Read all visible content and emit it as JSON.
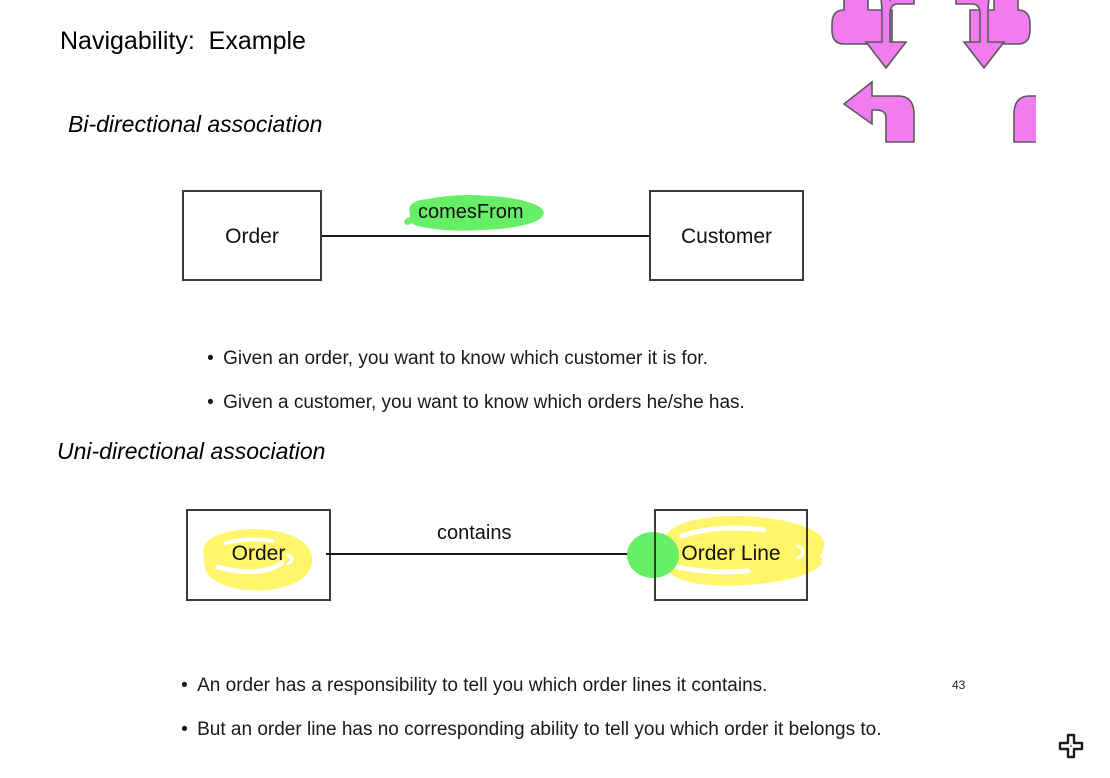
{
  "slide": {
    "title": "Navigability:  Example",
    "page_number": "43",
    "background_color": "#ffffff"
  },
  "sections": {
    "bidirectional": {
      "heading": "Bi-directional association",
      "diagram": {
        "left_class": "Order",
        "right_class": "Customer",
        "association_label": "comesFrom",
        "association_type": "bi-directional",
        "highlight": {
          "target": "association_label",
          "color": "#66ee66",
          "shape": "marker-blob"
        }
      },
      "bullets": [
        "Given an order, you want to know which customer it is for.",
        "Given a customer, you want to know which orders he/she has."
      ]
    },
    "unidirectional": {
      "heading": "Uni-directional association",
      "diagram": {
        "left_class": "Order",
        "right_class": "Order Line",
        "association_label": "contains",
        "association_type": "uni-directional",
        "arrow_direction": "left-to-right",
        "highlights": [
          {
            "target": "left_class",
            "color": "#fff56b",
            "shape": "marker-blob"
          },
          {
            "target": "right_class",
            "color": "#fff56b",
            "shape": "marker-blob"
          },
          {
            "target": "arrowhead",
            "color": "#66ee66",
            "shape": "marker-blob"
          }
        ]
      },
      "bullets": [
        "An order has a responsibility to tell you which order lines it contains.",
        "But an order line has no corresponding ability to tell you which order it belongs to."
      ]
    }
  },
  "decorations": {
    "arrows_graphic": {
      "name": "multi-directional-arrows-clipart",
      "color": "#f07cf0",
      "outline_color": "#555555",
      "arrow_count": 8
    },
    "plus_icon": {
      "name": "plus-icon",
      "color": "#1d1d1d"
    }
  },
  "bullet_glyph": "•",
  "colors": {
    "text": "#111111",
    "box_border": "#3a3a3a",
    "line": "#1a1a1a",
    "highlight_green": "#66ee66",
    "highlight_yellow": "#fff56b",
    "arrows_magenta": "#f07cf0"
  }
}
